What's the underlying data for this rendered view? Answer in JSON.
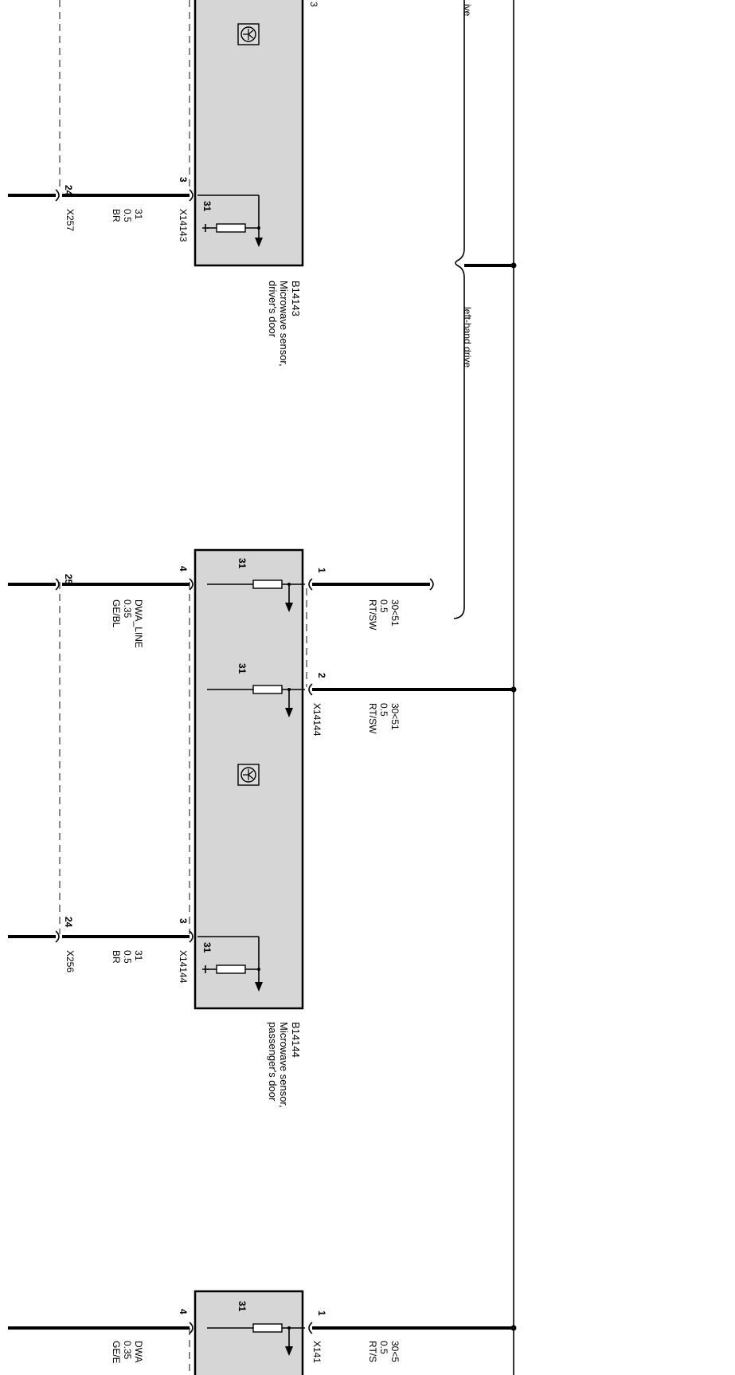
{
  "top_labels": {
    "pin_partial": "3",
    "drive_partial": "ive"
  },
  "drive_notes": {
    "left_hand_drive": "left-hand drive"
  },
  "sensor_driver": {
    "id": "B14143",
    "name_line1": "Microwave sensor,",
    "name_line2": "driver's door",
    "connector": "X14143",
    "pin_ground": "3",
    "pin_label_31": "31",
    "wire": {
      "signal": "31",
      "size": "0.5",
      "color": "BR"
    },
    "splice": "X257",
    "splice_pin": "24"
  },
  "sensor_passenger": {
    "id": "B14144",
    "name_line1": "Microwave sensor,",
    "name_line2": "passenger's door",
    "connector": "X14144",
    "pins": {
      "p1": "1",
      "p2": "2",
      "p3": "3",
      "p4": "4",
      "label_31_a": "31",
      "label_31_b": "31",
      "label_31_c": "31"
    },
    "wire_p1": {
      "signal": "30<51",
      "size": "0.5",
      "color": "RT/SW"
    },
    "wire_p2": {
      "connector": "X14144",
      "signal": "30<51",
      "size": "0.5",
      "color": "RT/SW"
    },
    "wire_p3": {
      "signal": "31",
      "size": "0.5",
      "color": "BR",
      "splice": "X256",
      "splice_pin": "24"
    },
    "wire_p4": {
      "signal": "DWA_LINE",
      "size": "0.35",
      "color": "GE/BL",
      "splice_pin": "25"
    }
  },
  "sensor_bottom": {
    "pin_p1": "1",
    "pin_p4": "4",
    "label_31": "31",
    "wire_right": {
      "connector": "X141",
      "signal": "30<5",
      "size": "0.5",
      "color": "RT/S"
    },
    "wire_left": {
      "signal": "DWA",
      "size": "0.35",
      "color": "GE/E"
    }
  }
}
